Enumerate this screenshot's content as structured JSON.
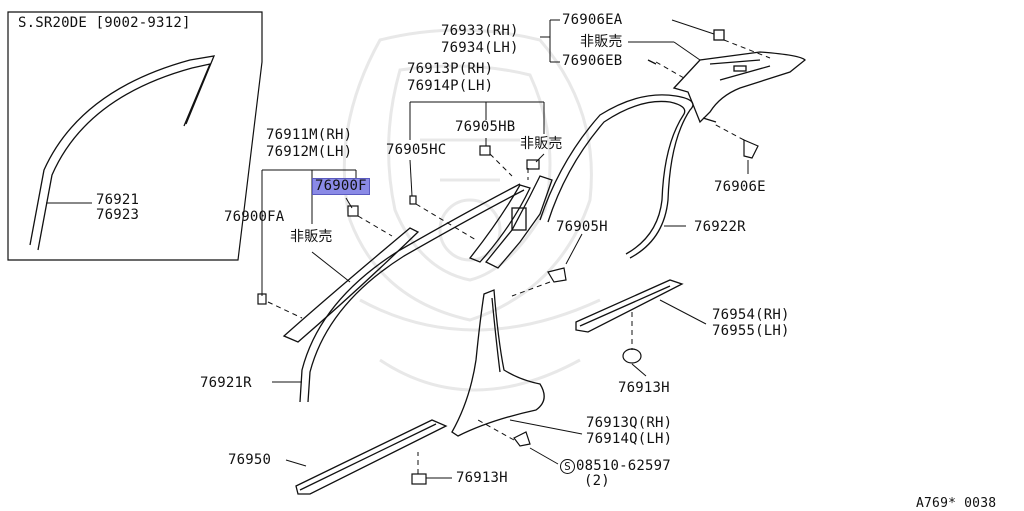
{
  "inset": {
    "title": "S.SR20DE [9002-9312]",
    "part_a": "76921",
    "part_b": "76923"
  },
  "labels": {
    "p76933": "76933(RH)",
    "p76934": "76934(LH)",
    "p76906EA": "76906EA",
    "not_sold_1": "非販売",
    "p76906EB": "76906EB",
    "p76913P": "76913P(RH)",
    "p76914P": "76914P(LH)",
    "p76905HB": "76905HB",
    "p76905HC": "76905HC",
    "not_sold_2": "非販売",
    "p76911M": "76911M(RH)",
    "p76912M": "76912M(LH)",
    "p76900F": "76900F",
    "p76900FA": "76900FA",
    "not_sold_3": "非販売",
    "p76906E": "76906E",
    "p76905H": "76905H",
    "p76922R": "76922R",
    "p76954": "76954(RH)",
    "p76955": "76955(LH)",
    "p76913H_a": "76913H",
    "p76921R": "76921R",
    "p76913Q": "76913Q(RH)",
    "p76914Q": "76914Q(LH)",
    "p76950": "76950",
    "screw_symbol": "S",
    "p08510": "08510-62597",
    "qty": "(2)",
    "p76913H_b": "76913H",
    "figure_code": "A769* 0038"
  },
  "colors": {
    "line": "#111111",
    "highlight": "#8a8ae6",
    "watermark": "#e6e6e6"
  }
}
